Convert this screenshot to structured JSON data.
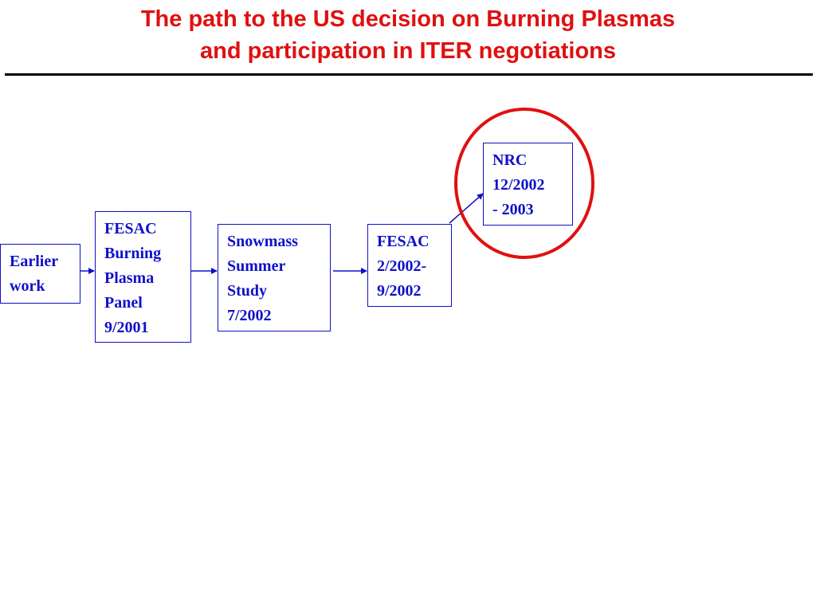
{
  "slide": {
    "title_line1": "The path to the US decision on Burning Plasmas",
    "title_line2": "and participation in ITER negotiations"
  },
  "diagram": {
    "nodes": {
      "earlier_work": "Earlier\nwork",
      "fesac_panel": "FESAC\nBurning\nPlasma\nPanel\n9/2001",
      "snowmass": "Snowmass\nSummer\nStudy\n7/2002",
      "fesac_2002": "FESAC\n2/2002-\n9/2002",
      "nrc": "NRC\n12/2002\n- 2003"
    }
  },
  "colors": {
    "title": "#e01010",
    "box": "#1010c8",
    "highlight_circle": "#e01010",
    "rule": "#000000"
  }
}
